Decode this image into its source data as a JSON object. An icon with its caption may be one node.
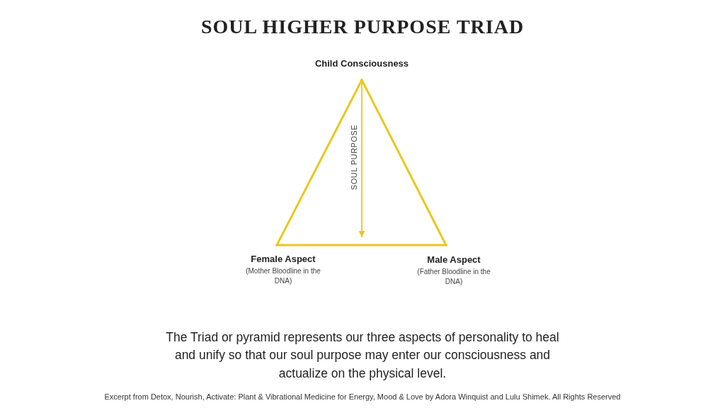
{
  "diagram": {
    "title": "SOUL HIGHER PURPOSE TRIAD",
    "caption": "The Triad or pyramid represents our three aspects of personality to heal and unify so that our soul purpose may enter our consciousness and actualize on the physical level.",
    "nodes": [
      {
        "text": [
          "Child Consciousness"
        ]
      },
      {
        "text": [
          "Female Aspect",
          "(Mother Bloodline in the DNA)"
        ]
      },
      {
        "text": [
          "Male Aspect",
          "(Father Bloodline in the DNA)"
        ]
      }
    ],
    "edges": [
      {
        "from": 0,
        "to": 1,
        "arrow": "none"
      },
      {
        "from": 1,
        "to": 2,
        "arrow": "none"
      },
      {
        "from": 2,
        "to": 0,
        "arrow": "none"
      },
      {
        "from": 0,
        "to": null,
        "arrow": "to",
        "label": "SOUL PURPOSE"
      }
    ],
    "labels": [
      "Excerpt from Detox, Nourish, Activate: Plant & Vibrational Medicine for Energy, Mood & Love by Adora Winquist and Lulu Shimek. All Rights Reserved"
    ]
  }
}
